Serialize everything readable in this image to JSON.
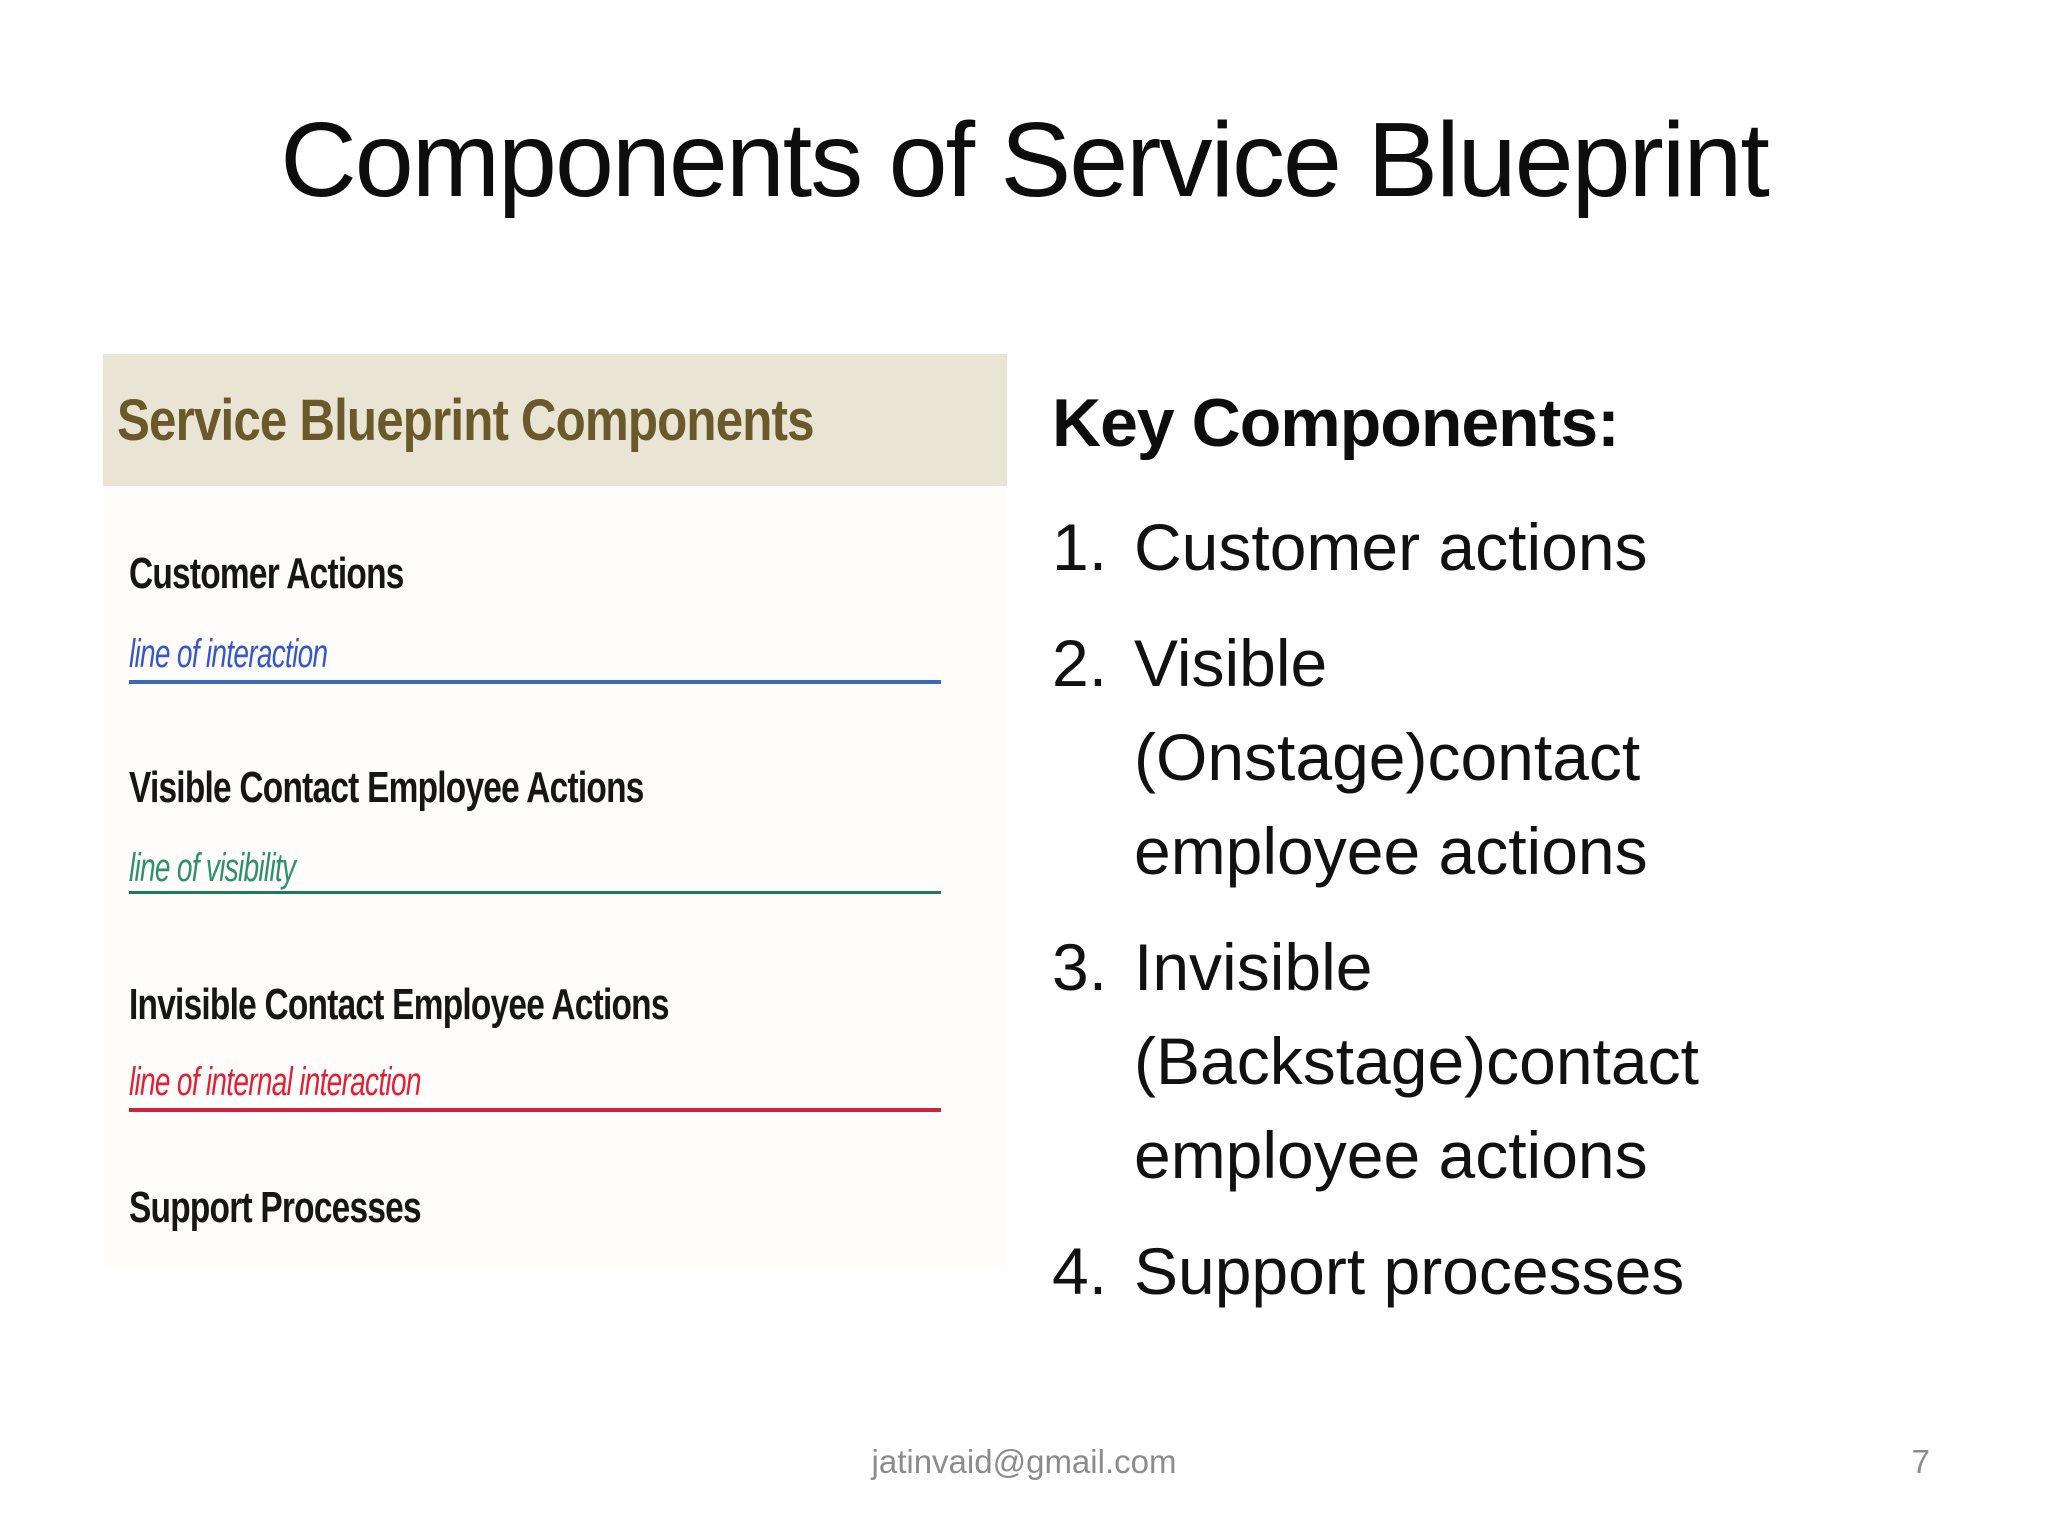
{
  "slide": {
    "title": "Components of Service Blueprint",
    "footer": {
      "email": "jatinvaid@gmail.com",
      "page_number": "7"
    }
  },
  "diagram": {
    "header": "Service Blueprint Components",
    "header_bg": "#eae4d4",
    "header_text_color": "#6a5a2b",
    "rows": [
      {
        "label": "Customer Actions",
        "line_label": "line of interaction",
        "text_color": "#3457cd",
        "line_color": "#3a6ab8"
      },
      {
        "label": "Visible Contact Employee Actions",
        "line_label": "line of visibility",
        "text_color": "#2d9268",
        "line_color": "#1f7a58"
      },
      {
        "label": "Invisible Contact Employee Actions",
        "line_label": "line of internal interaction",
        "text_color": "#e41f33",
        "line_color": "#d12040"
      }
    ],
    "support_label": "Support Processes"
  },
  "key_components": {
    "heading": "Key Components:",
    "items": [
      {
        "number": "1.",
        "lines": [
          "Customer actions"
        ]
      },
      {
        "number": "2.",
        "lines": [
          "Visible",
          "(Onstage)contact",
          "employee actions"
        ]
      },
      {
        "number": "3.",
        "lines": [
          "Invisible",
          "(Backstage)contact",
          "employee actions"
        ]
      },
      {
        "number": "4.",
        "lines": [
          "Support processes"
        ]
      }
    ]
  }
}
